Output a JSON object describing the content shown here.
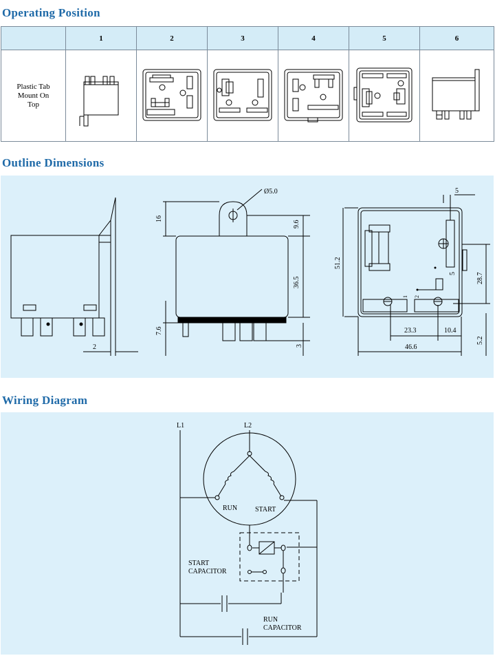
{
  "sections": {
    "operating_position": "Operating Position",
    "outline_dimensions": "Outline Dimensions",
    "wiring_diagram": "Wiring Diagram"
  },
  "operating_table": {
    "columns": [
      "1",
      "2",
      "3",
      "4",
      "5",
      "6"
    ],
    "row_label_lines": [
      "Plastic Tab",
      "Mount On",
      "Top"
    ]
  },
  "dimensions": {
    "tab_hole": "Ø5.0",
    "d16": "16",
    "d9_6": "9.6",
    "d36_5": "36.5",
    "d7_6": "7.6",
    "d3": "3",
    "d2": "2",
    "d51_2": "51.2",
    "d5_top": "5",
    "d5_side": "5",
    "d28_7": "28.7",
    "d23_3": "23.3",
    "d10_4": "10.4",
    "d46_6": "46.6",
    "d5_2": "5.2",
    "pin1": "1",
    "pin2": "2"
  },
  "wiring": {
    "l1": "L1",
    "l2": "L2",
    "run": "RUN",
    "start": "START",
    "start_capacitor_1": "START",
    "start_capacitor_2": "CAPACITOR",
    "run_capacitor_1": "RUN",
    "run_capacitor_2": "CAPACITOR"
  }
}
